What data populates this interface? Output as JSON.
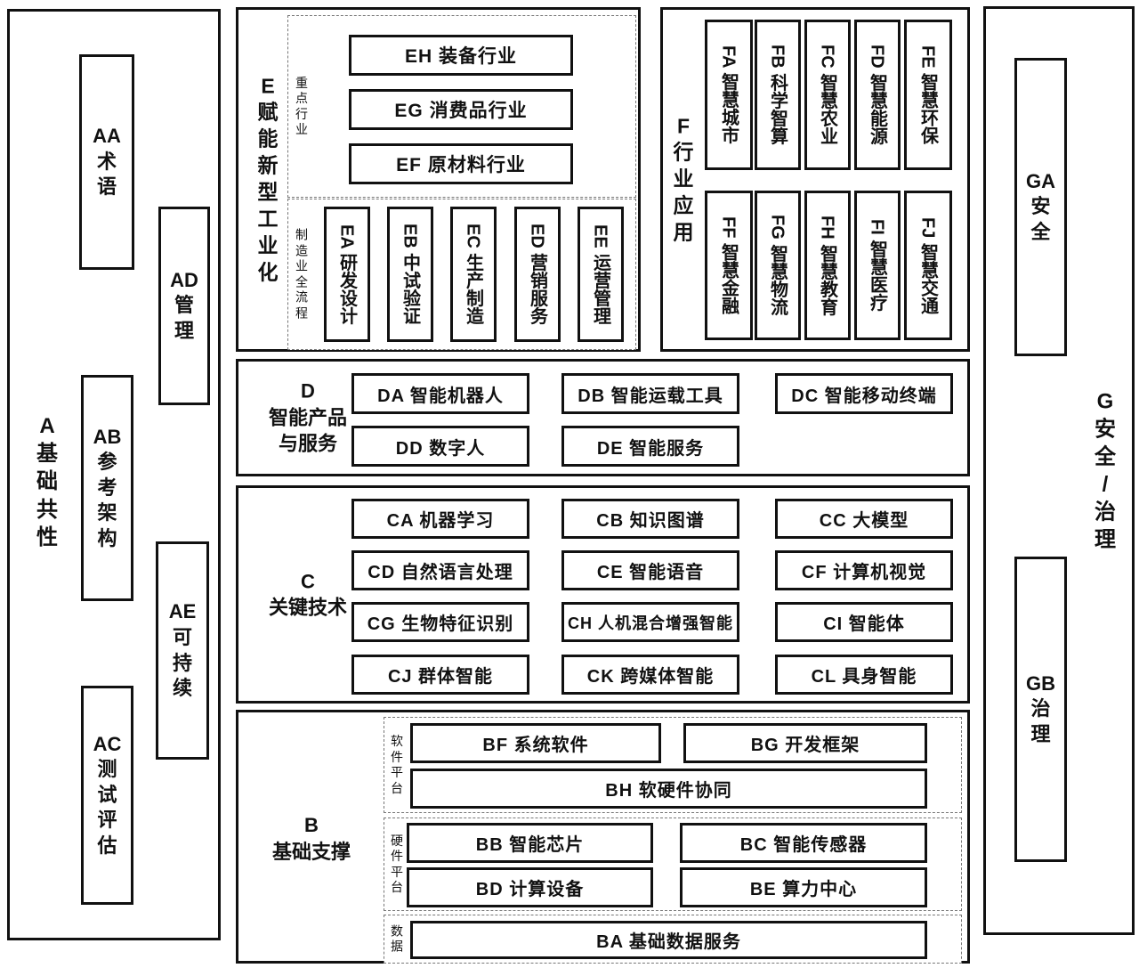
{
  "diagram_title": "",
  "colors": {
    "line": "#111111",
    "dashed_line": "#777777",
    "background": "#ffffff",
    "text": "#111111"
  },
  "sections": {
    "A": {
      "label": "A 基础共性",
      "items": [
        {
          "label": "AA 术语"
        },
        {
          "label": "AD 管理"
        },
        {
          "label": "AB 参考架构"
        },
        {
          "label": "AE 可持续"
        },
        {
          "label": "AC 测试评估"
        }
      ]
    },
    "E": {
      "label": "E 赋能新型工业化",
      "groups": [
        {
          "label": "重点行业",
          "items": [
            "EH 装备行业",
            "EG 消费品行业",
            "EF 原材料行业"
          ]
        },
        {
          "label": "制造业全流程",
          "items": [
            "EA 研发设计",
            "EB 中试验证",
            "EC 生产制造",
            "ED 营销服务",
            "EE 运营管理"
          ]
        }
      ]
    },
    "F": {
      "label": "F 行业应用",
      "rows": [
        [
          "FA 智慧城市",
          "FB 科学智算",
          "FC 智慧农业",
          "FD 智慧能源",
          "FE 智慧环保"
        ],
        [
          "FF 智慧金融",
          "FG 智慧物流",
          "FH 智慧教育",
          "FI 智慧医疗",
          "FJ 智慧交通"
        ]
      ]
    },
    "D": {
      "label": "D\n智能产品\n与服务",
      "rows": [
        [
          "DA 智能机器人",
          "DB 智能运载工具",
          "DC 智能移动终端"
        ],
        [
          "DD 数字人",
          "DE 智能服务"
        ]
      ]
    },
    "C": {
      "label": "C\n关键技术",
      "rows": [
        [
          "CA 机器学习",
          "CB 知识图谱",
          "CC 大模型"
        ],
        [
          "CD 自然语言处理",
          "CE 智能语音",
          "CF 计算机视觉"
        ],
        [
          "CG 生物特征识别",
          "CH 人机混合增强智能",
          "CI 智能体"
        ],
        [
          "CJ 群体智能",
          "CK 跨媒体智能",
          "CL 具身智能"
        ]
      ]
    },
    "B": {
      "label": "B\n基础支撑",
      "groups": [
        {
          "label": "软件平台",
          "rows": [
            [
              "BF 系统软件",
              "BG 开发框架"
            ],
            [
              "BH 软硬件协同"
            ]
          ]
        },
        {
          "label": "硬件平台",
          "rows": [
            [
              "BB 智能芯片",
              "BC 智能传感器"
            ],
            [
              "BD 计算设备",
              "BE 算力中心"
            ]
          ]
        },
        {
          "label": "数据",
          "rows": [
            [
              "BA 基础数据服务"
            ]
          ]
        }
      ]
    },
    "G": {
      "label": "G 安全/治理",
      "items": [
        {
          "label": "GA 安全"
        },
        {
          "label": "GB 治理"
        }
      ]
    }
  }
}
